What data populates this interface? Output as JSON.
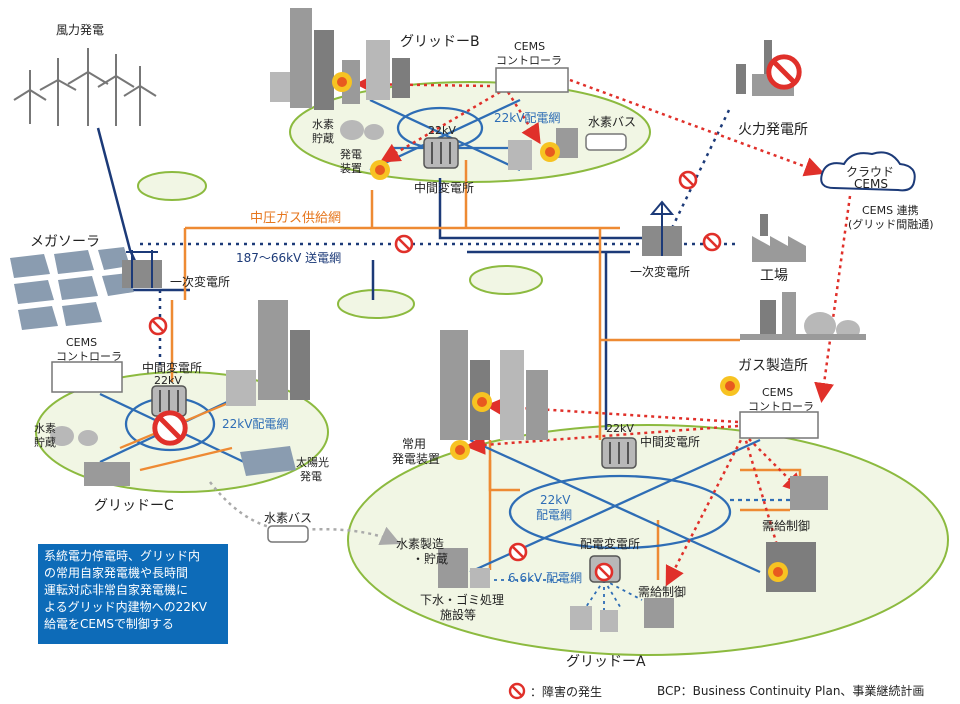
{
  "labels": {
    "wind": "風力発電",
    "grid_b": "グリッドーB",
    "cems_b_1": "CEMS",
    "cems_b_2": "コントローラ",
    "thermal": "火力発電所",
    "h2_store_b_1": "水素",
    "h2_store_b_2": "貯蔵",
    "gen_b_1": "発電",
    "gen_b_2": "装置",
    "kv22_b": "22kV",
    "net22_b": "22kV配電網",
    "h2_bus_b": "水素バス",
    "mid_sub_b": "中間変電所",
    "cloud_1": "クラウド",
    "cloud_2": "CEMS",
    "cems_link_1": "CEMS 連携",
    "cems_link_2": "(グリッド間融通)",
    "gas_net": "中圧ガス供給網",
    "mega_solar": "メガソーラ",
    "transmission": "187～66kV 送電網",
    "primary_left": "一次変電所",
    "primary_right": "一次変電所",
    "factory": "工場",
    "gas_plant": "ガス製造所",
    "cems_c_1": "CEMS",
    "cems_c_2": "コントローラ",
    "mid_sub_c": "中間変電所",
    "kv22_c": "22kV",
    "h2_store_c_1": "水素",
    "h2_store_c_2": "貯蔵",
    "net22_c": "22kV配電網",
    "solar_c_1": "太陽光",
    "solar_c_2": "発電",
    "grid_c": "グリッドーC",
    "h2_bus_c": "水素バス",
    "cems_a_1": "CEMS",
    "cems_a_2": "コントローラ",
    "backup_gen_1": "常用",
    "backup_gen_2": "発電装置",
    "kv22_a": "22kV",
    "mid_sub_a": "中間変電所",
    "net22_a_1": "22kV",
    "net22_a_2": "配電網",
    "demand_ctrl_1": "需給制御",
    "h2_prod_1": "水素製造",
    "h2_prod_2": "・貯蔵",
    "dist_sub_a": "配電変電所",
    "net66_a": "6.6kV 配電網",
    "sewage_1": "下水・ゴミ処理",
    "sewage_2": "施設等",
    "demand_ctrl_2": "需給制御",
    "grid_a": "グリッドーA"
  },
  "info_box": "系統電力停電時、グリッド内\nの常用自家発電機や長時間\n運転対応非常自家発電機に\nよるグリッド内建物への22KV\n給電をCEMSで制御する",
  "legend": {
    "fault_label": "：障害の発生",
    "bcp_note": "BCP：Business Continuity Plan、事業継続計画"
  },
  "colors": {
    "orange_line": "#ee8a33",
    "blue_line": "#2e6db5",
    "navy_line": "#1c3a78",
    "red_arrow": "#e0302a",
    "grid_fill": "#f1f6e4",
    "grid_stroke": "#8cba3f",
    "info_bg": "#0d6bb8"
  }
}
